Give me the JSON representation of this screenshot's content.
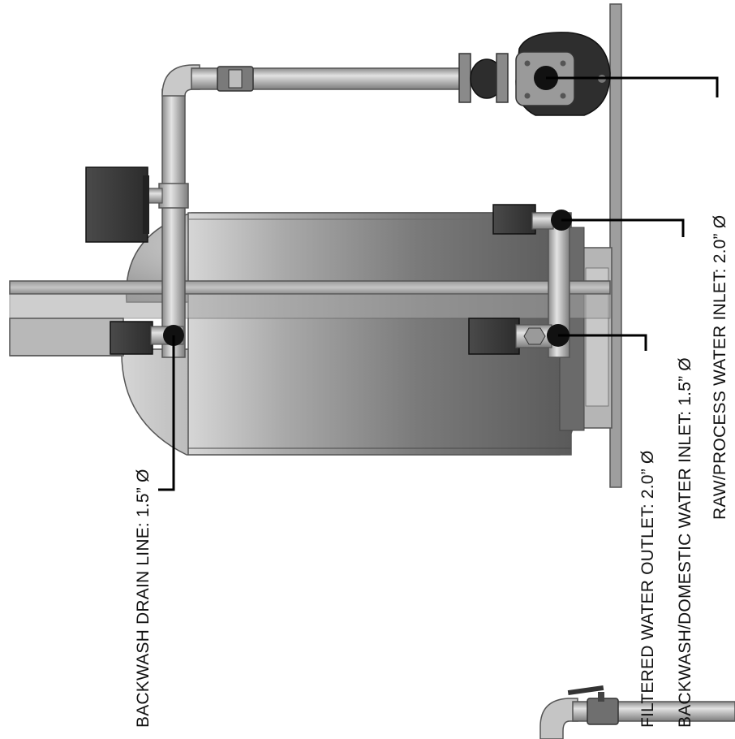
{
  "labels": {
    "drain": "BACKWASH DRAIN LINE: 1.5” Ø",
    "outlet": "FILTERED WATER OUTLET: 2.0” Ø",
    "backwash_inlet": "BACKWASH/DOMESTIC WATER INLET: 1.5” Ø",
    "raw_inlet": "RAW/PROCESS WATER INLET: 2.0” Ø"
  }
}
